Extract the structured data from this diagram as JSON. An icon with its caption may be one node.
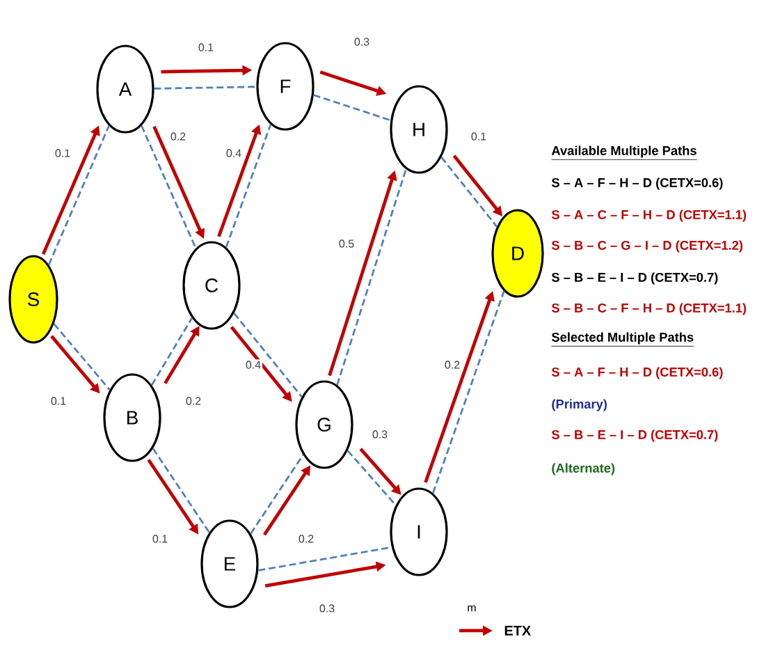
{
  "diagram": {
    "nodes": [
      {
        "text": [
          "S"
        ]
      },
      {
        "text": [
          "A"
        ]
      },
      {
        "text": [
          "F"
        ]
      },
      {
        "text": [
          "H"
        ]
      },
      {
        "text": [
          "C"
        ]
      },
      {
        "text": [
          "B"
        ]
      },
      {
        "text": [
          "G"
        ]
      },
      {
        "text": [
          "E"
        ]
      },
      {
        "text": [
          "I"
        ]
      },
      {
        "text": [
          "D"
        ]
      }
    ],
    "edges": [
      {
        "from": 0,
        "to": 1,
        "arrow": "none",
        "style": "dashed",
        "color": "#4f81bd"
      },
      {
        "from": 1,
        "to": 2,
        "arrow": "none",
        "style": "dashed",
        "color": "#4f81bd"
      },
      {
        "from": 2,
        "to": 3,
        "arrow": "none",
        "style": "dashed",
        "color": "#4f81bd"
      },
      {
        "from": 1,
        "to": 4,
        "arrow": "none",
        "style": "dashed",
        "color": "#4f81bd"
      },
      {
        "from": 4,
        "to": 2,
        "arrow": "none",
        "style": "dashed",
        "color": "#4f81bd"
      },
      {
        "from": 3,
        "to": 9,
        "arrow": "none",
        "style": "dashed",
        "color": "#4f81bd"
      },
      {
        "from": 6,
        "to": 3,
        "arrow": "none",
        "style": "dashed",
        "color": "#4f81bd"
      },
      {
        "from": 0,
        "to": 5,
        "arrow": "none",
        "style": "dashed",
        "color": "#4f81bd"
      },
      {
        "from": 5,
        "to": 4,
        "arrow": "none",
        "style": "dashed",
        "color": "#4f81bd"
      },
      {
        "from": 4,
        "to": 6,
        "arrow": "none",
        "style": "dashed",
        "color": "#4f81bd"
      },
      {
        "from": 8,
        "to": 9,
        "arrow": "none",
        "style": "dashed",
        "color": "#4f81bd"
      },
      {
        "from": 6,
        "to": 8,
        "arrow": "none",
        "style": "dashed",
        "color": "#4f81bd"
      },
      {
        "from": 5,
        "to": 7,
        "arrow": "none",
        "style": "dashed",
        "color": "#4f81bd"
      },
      {
        "from": 7,
        "to": 6,
        "arrow": "none",
        "style": "dashed",
        "color": "#4f81bd"
      },
      {
        "from": 7,
        "to": 8,
        "arrow": "none",
        "style": "dashed",
        "color": "#4f81bd"
      },
      {
        "from": 0,
        "to": 1,
        "arrow": "to",
        "label": "0.1",
        "color": "#c00000"
      },
      {
        "from": 1,
        "to": 2,
        "arrow": "to",
        "label": "0.1",
        "color": "#c00000"
      },
      {
        "from": 2,
        "to": 3,
        "arrow": "to",
        "label": "0.3",
        "color": "#c00000"
      },
      {
        "from": 1,
        "to": 4,
        "arrow": "to",
        "label": "0.2",
        "color": "#c00000"
      },
      {
        "from": 4,
        "to": 2,
        "arrow": "to",
        "label": "0.4",
        "color": "#c00000"
      },
      {
        "from": 3,
        "to": 9,
        "arrow": "to",
        "label": "0.1",
        "color": "#c00000"
      },
      {
        "from": 6,
        "to": 3,
        "arrow": "to",
        "label": "0.5",
        "color": "#c00000"
      },
      {
        "from": 0,
        "to": 5,
        "arrow": "to",
        "label": "0.1",
        "color": "#c00000"
      },
      {
        "from": 5,
        "to": 4,
        "arrow": "to",
        "label": "0.2",
        "color": "#c00000"
      },
      {
        "from": 4,
        "to": 6,
        "arrow": "to",
        "label": "0.4",
        "color": "#c00000"
      },
      {
        "from": 8,
        "to": 9,
        "arrow": "to",
        "label": "0.2",
        "color": "#c00000"
      },
      {
        "from": 6,
        "to": 8,
        "arrow": "to",
        "label": "0.3",
        "color": "#c00000"
      },
      {
        "from": 5,
        "to": 7,
        "arrow": "to",
        "label": "0.1",
        "color": "#c00000"
      },
      {
        "from": 7,
        "to": 6,
        "arrow": "to",
        "label": "0.2",
        "color": "#c00000"
      },
      {
        "from": 7,
        "to": 8,
        "arrow": "to",
        "label": "0.3",
        "color": "#c00000"
      }
    ],
    "labels": [
      "Available Multiple Paths",
      "S – A – F – H – D (CETX=0.6)",
      "S – A – C – F – H – D  (CETX=1.1)",
      "S – B – C – G – I – D (CETX=1.2)",
      "S – B – E – I – D (CETX=0.7)",
      "S – B – C – F – H – D (CETX=1.1)",
      "Selected Multiple Paths",
      "S – A – F – H – D (CETX=0.6)",
      "(Primary)",
      "S – B – E – I – D (CETX=0.7)",
      "(Alternate)",
      "m"
    ],
    "legend": [
      {
        "text": "ETX"
      }
    ]
  }
}
